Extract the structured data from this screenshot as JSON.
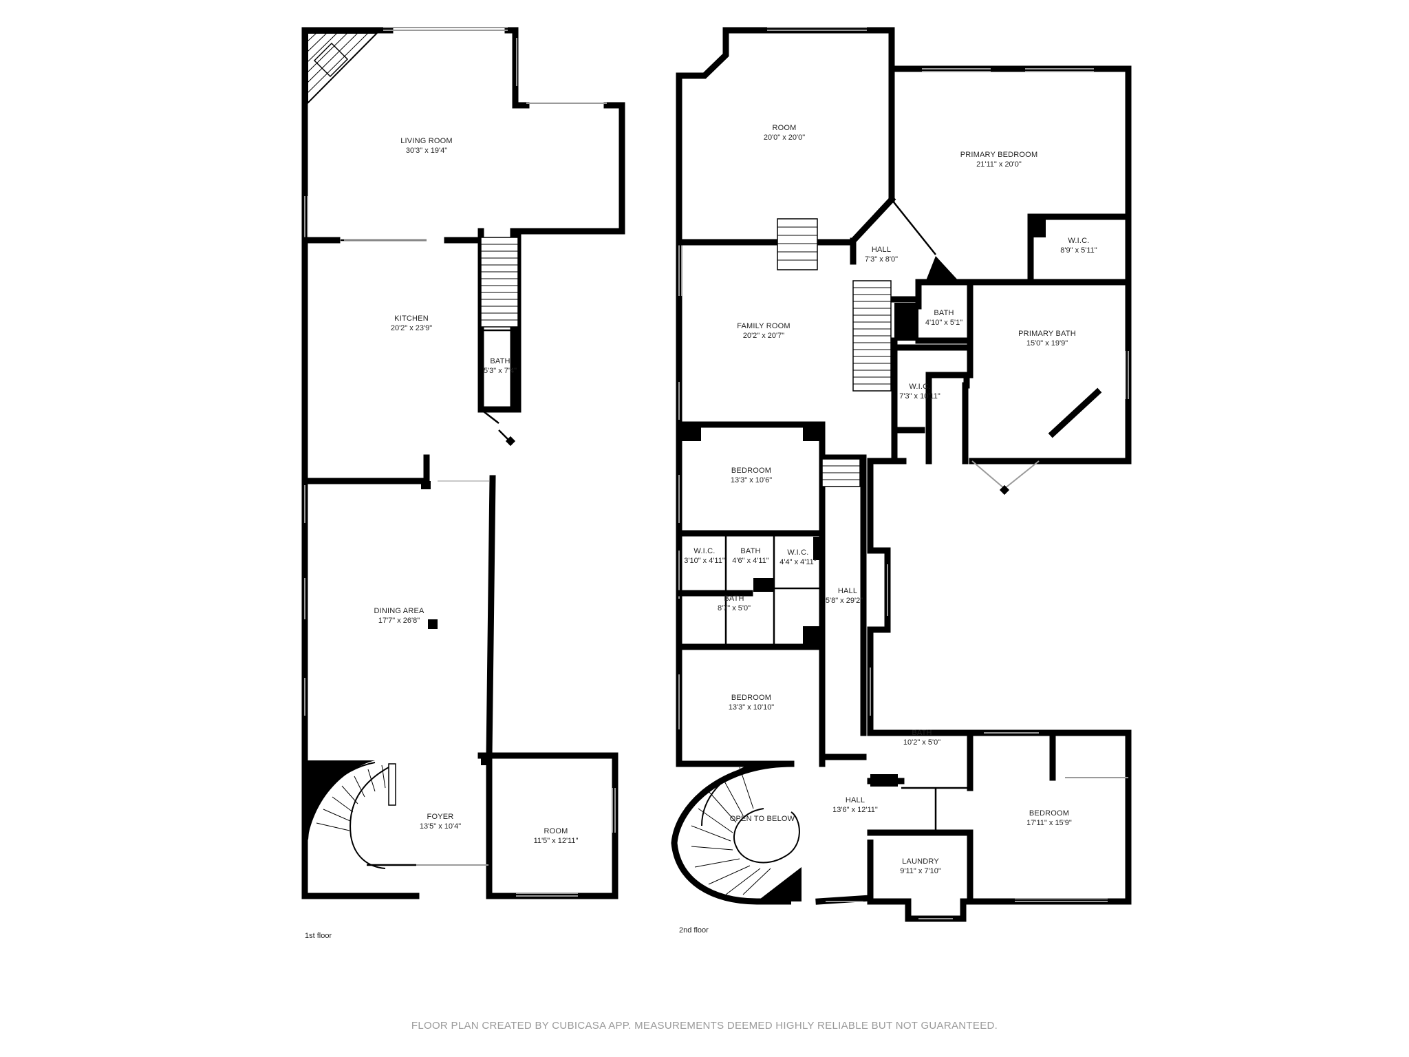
{
  "floors": [
    {
      "label": "1st floor",
      "rooms": [
        {
          "name": "LIVING ROOM",
          "dims": "30'3\" x 19'4\""
        },
        {
          "name": "KITCHEN",
          "dims": "20'2\" x 23'9\""
        },
        {
          "name": "BATH",
          "dims": "5'3\" x 7'4\""
        },
        {
          "name": "DINING AREA",
          "dims": "17'7\" x 26'8\""
        },
        {
          "name": "FOYER",
          "dims": "13'5\" x 10'4\""
        },
        {
          "name": "ROOM",
          "dims": "11'5\" x 12'11\""
        }
      ]
    },
    {
      "label": "2nd floor",
      "rooms": [
        {
          "name": "ROOM",
          "dims": "20'0\" x 20'0\""
        },
        {
          "name": "PRIMARY BEDROOM",
          "dims": "21'11\" x 20'0\""
        },
        {
          "name": "HALL",
          "dims": "7'3\" x 8'0\""
        },
        {
          "name": "W.I.C.",
          "dims": "8'9\" x 5'11\""
        },
        {
          "name": "FAMILY ROOM",
          "dims": "20'2\" x 20'7\""
        },
        {
          "name": "BATH",
          "dims": "4'10\" x 5'1\""
        },
        {
          "name": "PRIMARY BATH",
          "dims": "15'0\" x 19'9\""
        },
        {
          "name": "W.I.C.",
          "dims": "7'3\" x 10'11\""
        },
        {
          "name": "BEDROOM",
          "dims": "13'3\" x 10'6\""
        },
        {
          "name": "W.I.C.",
          "dims": "3'10\" x 4'11\""
        },
        {
          "name": "BATH",
          "dims": "4'6\" x 4'11\""
        },
        {
          "name": "W.I.C.",
          "dims": "4'4\" x 4'11\""
        },
        {
          "name": "BATH",
          "dims": "8'7\" x 5'0\""
        },
        {
          "name": "HALL",
          "dims": "5'8\" x 29'2\""
        },
        {
          "name": "BEDROOM",
          "dims": "13'3\" x 10'10\""
        },
        {
          "name": "BATH",
          "dims": "10'2\" x 5'0\""
        },
        {
          "name": "OPEN TO BELOW",
          "dims": ""
        },
        {
          "name": "HALL",
          "dims": "13'6\" x 12'11\""
        },
        {
          "name": "BEDROOM",
          "dims": "17'11\" x 15'9\""
        },
        {
          "name": "LAUNDRY",
          "dims": "9'11\" x 7'10\""
        }
      ]
    }
  ],
  "footer": "FLOOR PLAN CREATED BY CUBICASA APP. MEASUREMENTS DEEMED HIGHLY RELIABLE BUT NOT GUARANTEED.",
  "colors": {
    "walls": "#000000",
    "windows": "#9a9a9a",
    "text": "#222222",
    "footer": "#9a9a9a",
    "background": "#ffffff"
  }
}
